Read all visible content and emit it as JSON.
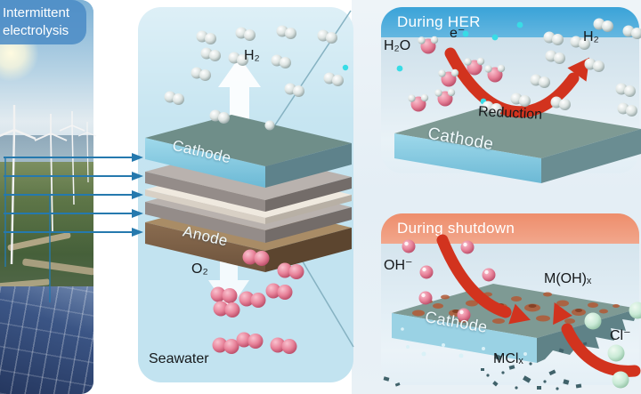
{
  "left_panel": {
    "label": "Intermittent\nelectrolysis"
  },
  "electrolyzer_panel": {
    "h2": "H₂",
    "o2": "O₂",
    "cathode": "Cathode",
    "anode": "Anode",
    "seawater": "Seawater"
  },
  "her_panel": {
    "header": "During HER",
    "h2o": "H₂O",
    "electron": "e⁻",
    "h2": "H₂",
    "reduction": "Reduction",
    "cathode": "Cathode"
  },
  "shutdown_panel": {
    "header": "During shutdown",
    "hydroxide": "OH⁻",
    "metal_hydroxide": "M(OH)ₓ",
    "cathode": "Cathode",
    "metal_chloride": "MClₓ",
    "chloride": "Cl⁻"
  },
  "colors": {
    "her_header": "#3aa3d8",
    "shutdown_header": "#ee8e6c",
    "arrow_red": "#d2331e",
    "wire_blue": "#2579ae",
    "panel_blue": "#c2e3f0",
    "hydrogen_sphere": "#dde4e2",
    "oxygen_sphere": "#e8839a",
    "chloride_sphere": "#c9ead6",
    "electron_dot": "#38dce6"
  }
}
